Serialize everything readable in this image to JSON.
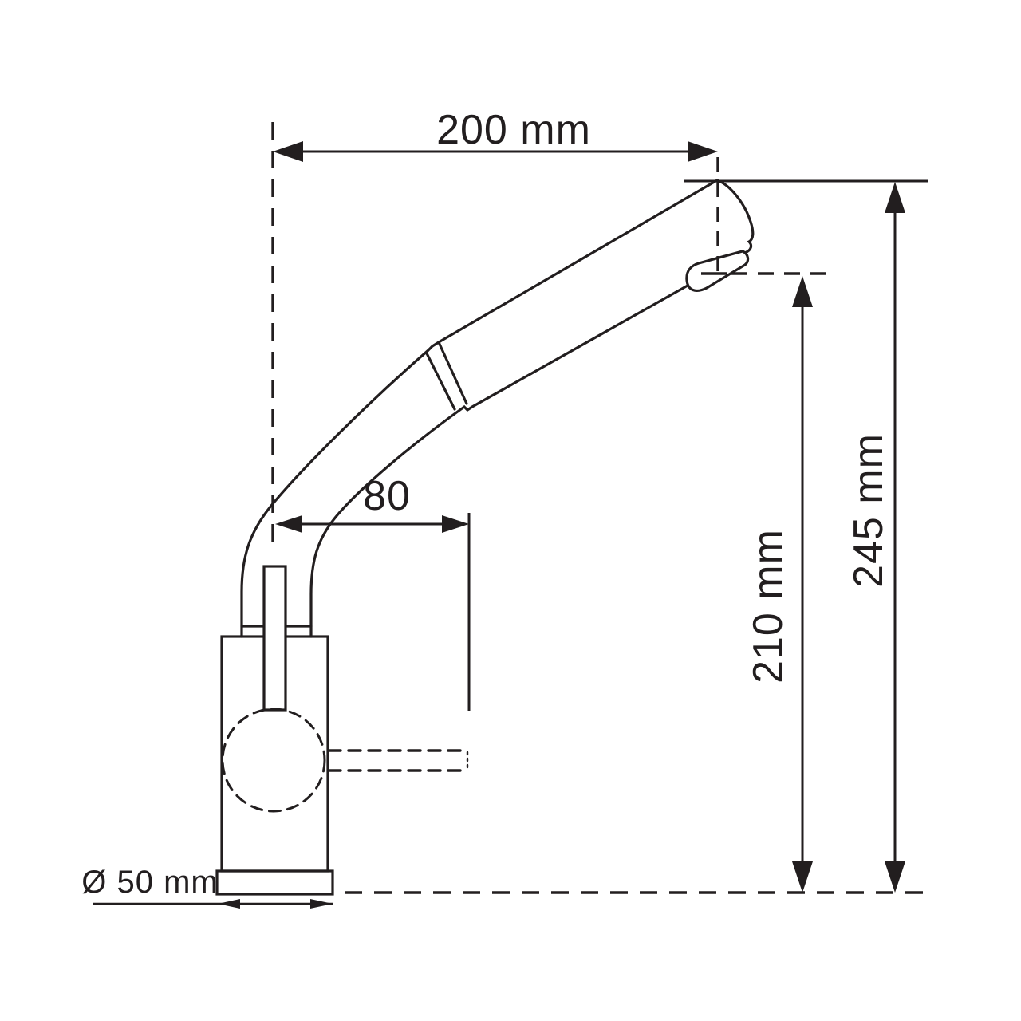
{
  "drawing": {
    "type": "technical-dimension-drawing",
    "subject": "kitchen faucet with pull-out spout, side view",
    "background_color": "#ffffff",
    "line_color": "#221e1f",
    "dimensions": {
      "spout_reach": {
        "label": "200 mm"
      },
      "spout_offset": {
        "label": "80"
      },
      "outlet_height": {
        "label": "210 mm"
      },
      "total_height": {
        "label": "245 mm"
      },
      "base_diameter": {
        "label": "Ø 50 mm"
      }
    }
  }
}
